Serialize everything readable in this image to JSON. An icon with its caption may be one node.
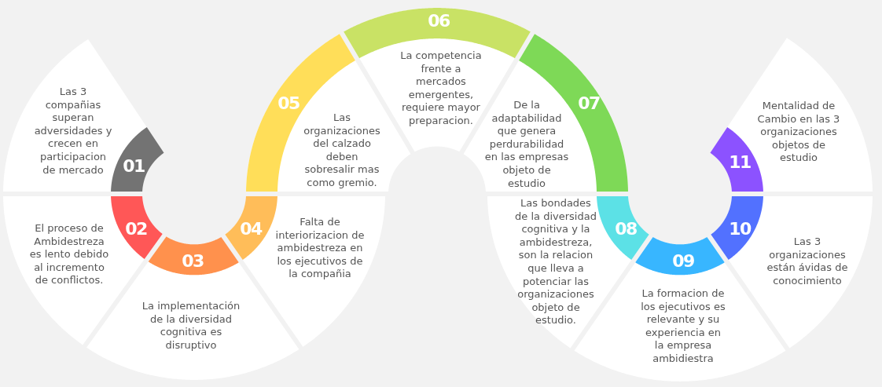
{
  "diagram": {
    "nodes": [
      {
        "text": [
          "Las 3 compañias superan adversidades y crecen en participacion de mercado",
          "01"
        ]
      },
      {
        "text": [
          "El proceso de Ambidestreza es lento debido al incremento de conflictos.",
          "02"
        ]
      },
      {
        "text": [
          "03",
          "La implementación de la diversidad cognitiva es disruptivo"
        ]
      },
      {
        "text": [
          "04",
          "Falta de interiorizacion de ambidestreza en los ejecutivos de la compañia"
        ]
      },
      {
        "text": [
          "05",
          "Las organizaciones del calzado deben sobresalir mas como gremio."
        ]
      },
      {
        "text": [
          "06",
          "La competencia frente a mercados emergentes, requiere mayor preparacion."
        ]
      },
      {
        "text": [
          "De la adaptabilidad que genera perdurabilidad en las empresas objeto de estudio",
          "07"
        ]
      },
      {
        "text": [
          "Las bondades de la diversidad cognitiva y la ambidestreza, son la relacion que lleva a potenciar las organizaciones objeto de estudio.",
          "08"
        ]
      },
      {
        "text": [
          "09",
          "La formacion de los ejecutivos es relevante y su experiencia en la empresa ambidiestra"
        ]
      },
      {
        "text": [
          "10",
          "Las 3 organizaciones están ávidas de conocimiento"
        ]
      },
      {
        "text": [
          "11",
          "Mentalidad de Cambio en las 3 organizaciones objetos de estudio"
        ]
      }
    ]
  }
}
